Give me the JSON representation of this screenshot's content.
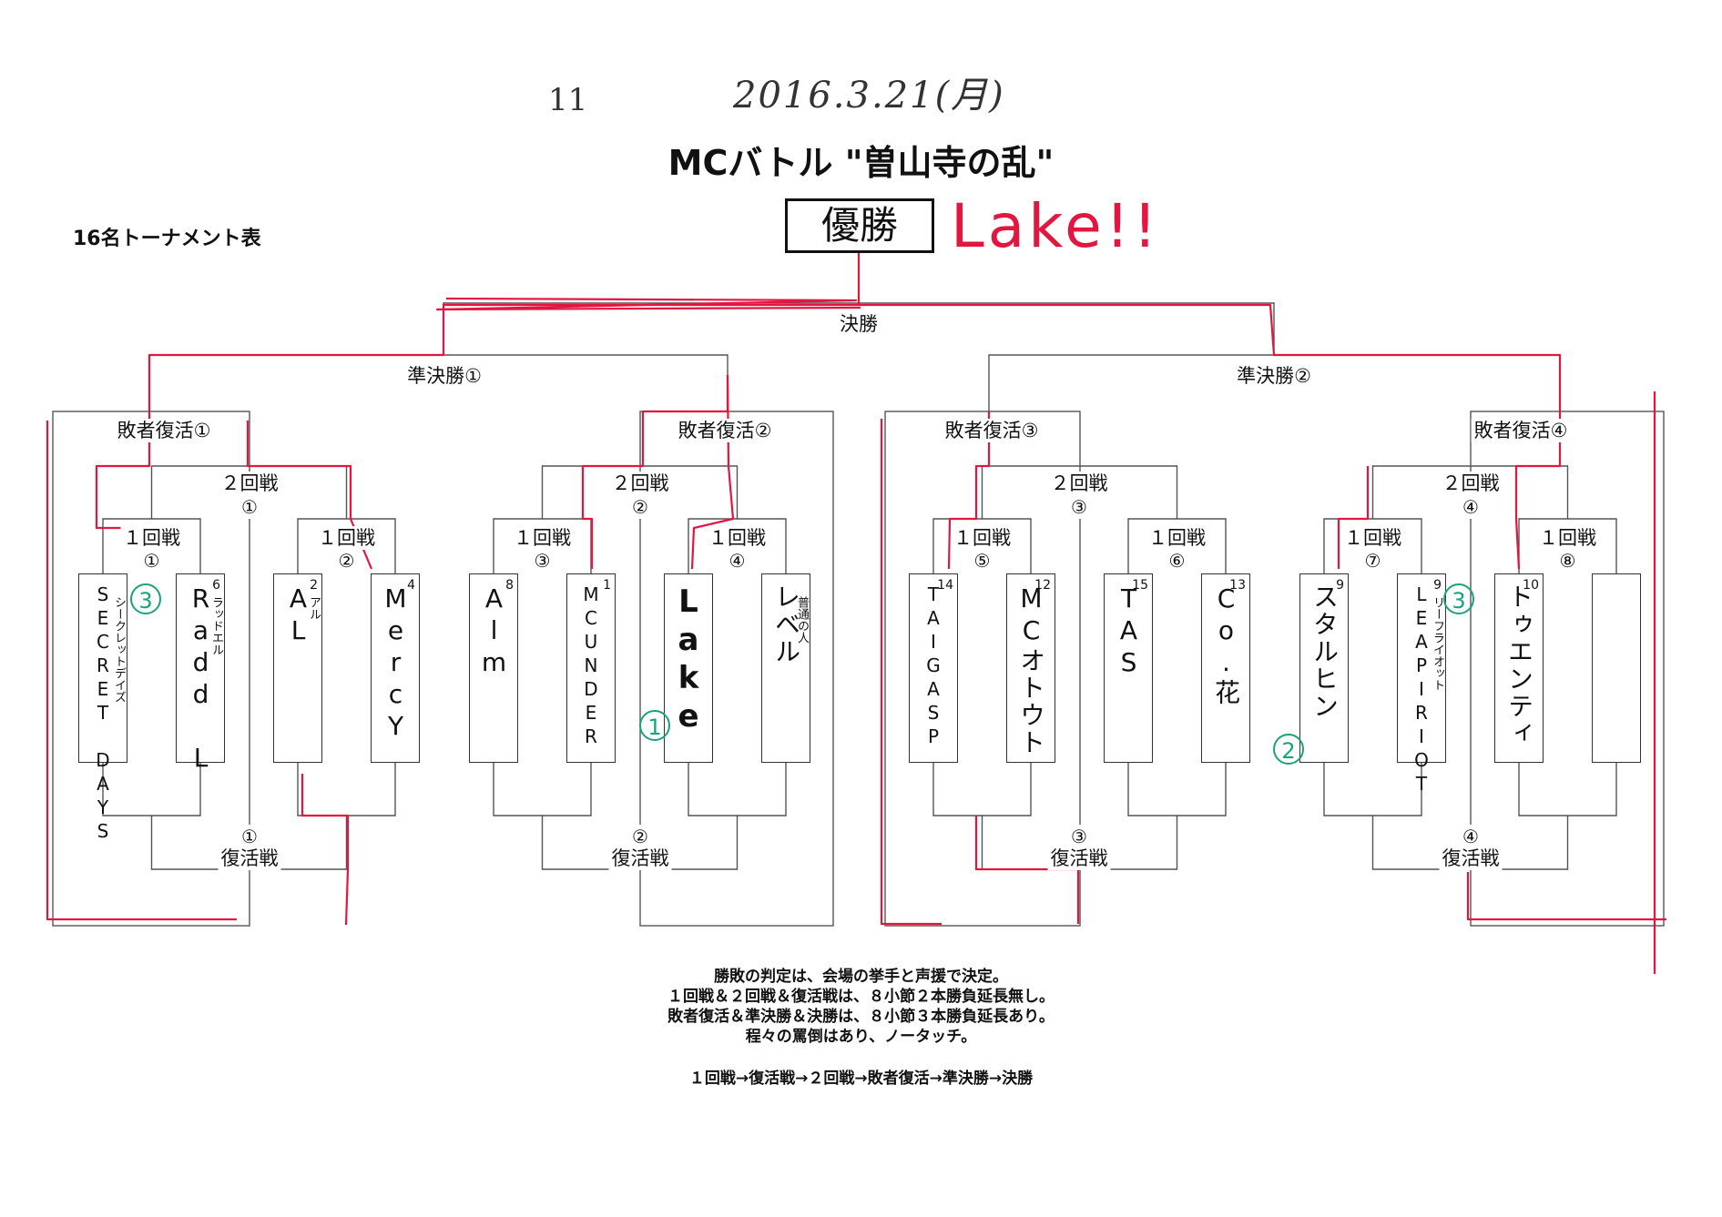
{
  "header": {
    "date": "2016.3.21(月)",
    "corner_mark": "11",
    "title": "MCバトル \"曽山寺の乱\"",
    "subtitle": "16名トーナメント表",
    "winner_label": "優勝",
    "winner_name": "Lake!!"
  },
  "bracket": {
    "final": "決勝",
    "semifinals": [
      "準決勝①",
      "準決勝②"
    ],
    "loser_revival": [
      "敗者復活①",
      "敗者復活②",
      "敗者復活③",
      "敗者復活④"
    ],
    "round2_label": "２回戦",
    "round2_numbers": [
      "①",
      "②",
      "③",
      "④"
    ],
    "round1_label": "１回戦",
    "round1_numbers": [
      "①",
      "②",
      "③",
      "④",
      "⑤",
      "⑥",
      "⑦",
      "⑧"
    ],
    "revival_label": "復活戦",
    "revival_numbers": [
      "①",
      "②",
      "③",
      "④"
    ]
  },
  "entrants": [
    {
      "name": "SECRET DAYS",
      "seed": "",
      "note": "シークレットデイズ"
    },
    {
      "name": "Radd L",
      "seed": "6",
      "note": "ラッドエル"
    },
    {
      "name": "AL",
      "seed": "2",
      "note": "アル"
    },
    {
      "name": "MercY",
      "seed": "4",
      "note": ""
    },
    {
      "name": "Alm",
      "seed": "8",
      "note": ""
    },
    {
      "name": "MCUNDER",
      "seed": "1",
      "note": ""
    },
    {
      "name": "Lake",
      "seed": "",
      "note": ""
    },
    {
      "name": "レベル",
      "seed": "",
      "note": "普通の人"
    },
    {
      "name": "TAIGASP",
      "seed": "14",
      "note": ""
    },
    {
      "name": "MCオトウト",
      "seed": "12",
      "note": ""
    },
    {
      "name": "TAS",
      "seed": "15",
      "note": ""
    },
    {
      "name": "Co.花",
      "seed": "13",
      "note": ""
    },
    {
      "name": "スタルヒン",
      "seed": "9",
      "note": ""
    },
    {
      "name": "LEAPIRIOT",
      "seed": "9",
      "note": "リーフライオット"
    },
    {
      "name": "トゥエンティ",
      "seed": "10",
      "note": ""
    },
    {
      "name": "",
      "seed": "",
      "note": ""
    }
  ],
  "annotations": {
    "green_marks": [
      "3",
      "1",
      "2",
      "3"
    ],
    "colors": {
      "pen_red": "#e2163f",
      "pen_green": "#1aa37a",
      "ink": "#111111"
    }
  },
  "rules": [
    "勝敗の判定は、会場の挙手と声援で決定。",
    "１回戦＆２回戦＆復活戦は、８小節２本勝負延長無し。",
    "敗者復活＆準決勝＆決勝は、８小節３本勝負延長あり。",
    "程々の罵倒はあり、ノータッチ。"
  ],
  "flow": "１回戦→復活戦→２回戦→敗者復活→準決勝→決勝"
}
